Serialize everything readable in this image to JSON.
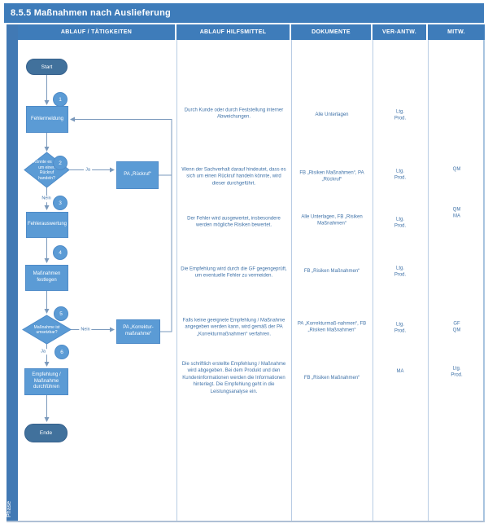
{
  "title": "8.5.5 Maßnahmen nach Auslieferung",
  "phase_label": "Phase",
  "columns": [
    "ABLAUF / TÄTIGKEITEN",
    "ABLAUF HILFSMITTEL",
    "DOKUMENTE",
    "VER-ANTW.",
    "MITW."
  ],
  "flowchart": {
    "start_label": "Start",
    "end_label": "Ende",
    "numbers": [
      "1",
      "2",
      "3",
      "4",
      "5",
      "6"
    ],
    "boxes": {
      "fehlermeldung": "Fehlermeldung",
      "fehlerauswertung": "Fehlerauswertung",
      "massnahmen_festlegen": "Maßnahmen\nfestlegen",
      "empfehlung_durchfuehren": "Empfehlung /\nMaßnahme\ndurchführen",
      "pa_rueckruf": "PA „Rückruf“",
      "pa_korrekturmassnahme": "PA „Korrektur-\nmaßnahme“"
    },
    "decisions": {
      "d1": "Könnte es sich\num einen\nRückruf\nhandeln?",
      "d2": "Maßnahme ist\numsetzbar?"
    },
    "labels": {
      "yes": "Ja",
      "no": "Nein"
    }
  },
  "rows": [
    {
      "hilfsmittel": "Durch Kunde oder durch Feststellung interner Abweichungen.",
      "dokumente": "Alle Unterlagen",
      "verantw": "Ltg.\nProd.",
      "mitw": ""
    },
    {
      "hilfsmittel": "Wenn der Sachverhalt darauf hindeutet, dass es sich um einen Rückruf handeln könnte, wird dieser durchgeführt.",
      "dokumente": "FB „Risiken Maßnahmen“, PA „Rückruf“",
      "verantw": "Ltg.\nProd.",
      "mitw": "QM"
    },
    {
      "hilfsmittel": "Der Fehler wird ausgewertet, insbesondere werden mögliche Risiken bewertet.",
      "dokumente": "Alle Unterlagen, FB „Risiken Maßnahmen“",
      "verantw": "Ltg.\nProd.",
      "mitw": "QM\nMA"
    },
    {
      "hilfsmittel": "Die Empfehlung wird durch die GF gegengeprüft, um eventuelle Fehler zu vermeiden.",
      "dokumente": "FB „Risiken Maßnahmen“",
      "verantw": "Ltg.\nProd.",
      "mitw": ""
    },
    {
      "hilfsmittel": "Falls keine geeignete Empfehlung / Maßnahme angegeben werden kann, wird gemäß der PA „Korrekturmaßnahmen“ verfahren.",
      "dokumente": "PA „Korrekturmaß-nahmen“, FB „Risiken Maßnahmen“",
      "verantw": "Ltg.\nProd.",
      "mitw": "GF\nQM"
    },
    {
      "hilfsmittel": "Die schriftlich erstellte Empfehlung / Maßnahme wird abgegeben. Bei dem Produkt und den Kundeninformationen werden die Informationen hinterlegt. Die Empfehlung geht in die Leistungsanalyse ein.",
      "dokumente": "FB „Risiken Maßnahmen“",
      "verantw": "MA",
      "mitw": "Ltg.\nProd."
    }
  ],
  "colors": {
    "title_bar": "#3E7CBA",
    "header": "#3E7CBA",
    "shape_fill": "#5B9BD5",
    "terminator_fill": "#41719C",
    "connector": "#7A99BC",
    "annotation_text": "#3F72A8",
    "grid_line": "#B8CCE4"
  }
}
